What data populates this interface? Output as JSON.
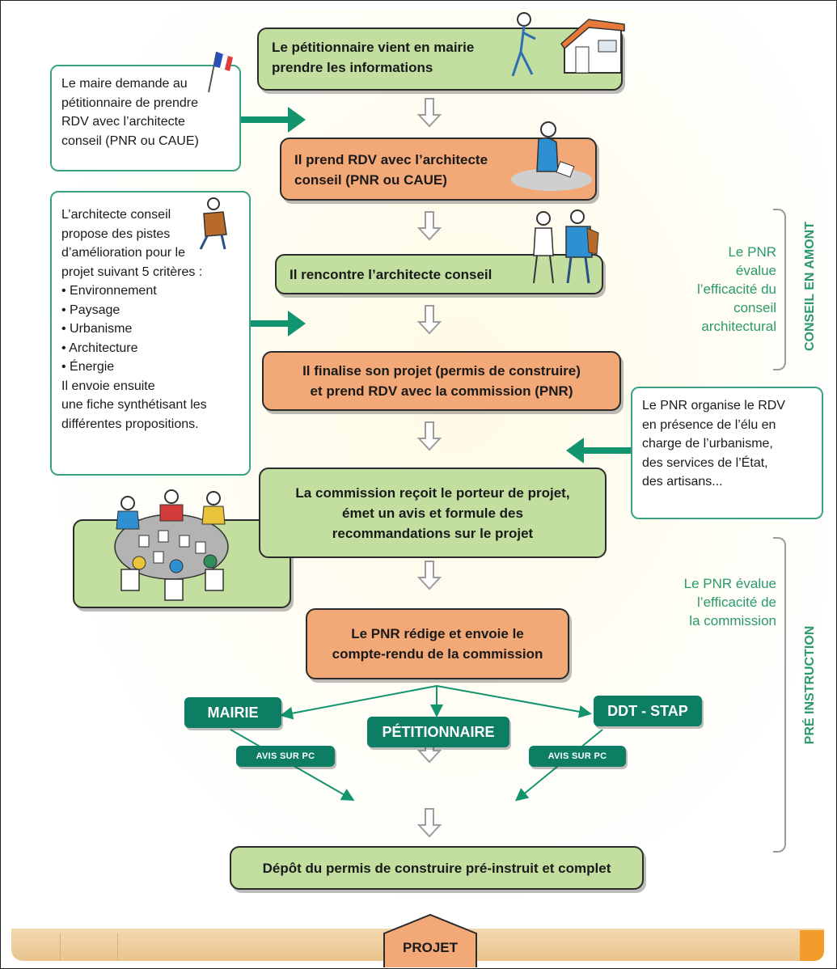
{
  "steps": {
    "s1": {
      "line1": "Le pétitionnaire vient en mairie",
      "line2": "prendre les informations"
    },
    "s2": {
      "line1": "Il prend RDV avec l’architecte",
      "line2": "conseil (PNR ou CAUE)"
    },
    "s3": {
      "line1": "Il rencontre l’architecte conseil"
    },
    "s4": {
      "line1": "Il finalise son projet (permis de construire)",
      "line2": "et prend RDV avec la commission (PNR)"
    },
    "s5": {
      "line1": "La commission reçoit le porteur de projet,",
      "line2": "émet un avis et formule des",
      "line3": "recommandations sur le projet"
    },
    "s6": {
      "line1": "Le PNR rédige et envoie le",
      "line2": "compte-rendu de la commission"
    },
    "s7": {
      "line1": "Dépôt du permis de construire pré-instruit et complet"
    },
    "final": "PROJET"
  },
  "notes": {
    "maire": [
      "Le maire demande au",
      "pétitionnaire de prendre",
      "RDV avec l’architecte",
      "conseil (PNR ou CAUE)"
    ],
    "architecte": [
      "L’architecte conseil",
      "propose des pistes",
      "d’amélioration pour le",
      "projet suivant 5 critères :",
      "• Environnement",
      "• Paysage",
      "• Urbanisme",
      "• Architecture",
      "• Énergie",
      "Il envoie ensuite",
      "une fiche synthétisant les",
      "différentes propositions."
    ],
    "pnr": [
      "Le PNR organise le RDV",
      "en présence de l’élu en",
      "charge de l’urbanisme,",
      "des services de l’État,",
      "des artisans..."
    ]
  },
  "badges": {
    "mairie": "MAIRIE",
    "petitionnaire": "PÉTITIONNAIRE",
    "ddt": "DDT - STAP",
    "avis_left": "AVIS SUR PC",
    "avis_right": "AVIS SUR PC"
  },
  "sidebar": {
    "eval1": [
      "Le PNR",
      "évalue",
      "l’efficacité du",
      "conseil",
      "architectural"
    ],
    "phase1": "CONSEIL EN AMONT",
    "eval2": [
      "Le PNR évalue",
      "l’efficacité de",
      "la commission"
    ],
    "phase2": "PRÉ INSTRUCTION"
  },
  "icons": {
    "flag": "french-flag-icon",
    "house": "house-illustration",
    "phone": "person-phoning-illustration",
    "meeting": "people-meeting-illustration",
    "architect": "architect-illustration",
    "table": "round-table-commission-illustration"
  },
  "colors": {
    "green_box": "#c2dfa0",
    "orange_box": "#f3a877",
    "teal": "#0d7d64",
    "accent_green": "#2a9a6a"
  }
}
